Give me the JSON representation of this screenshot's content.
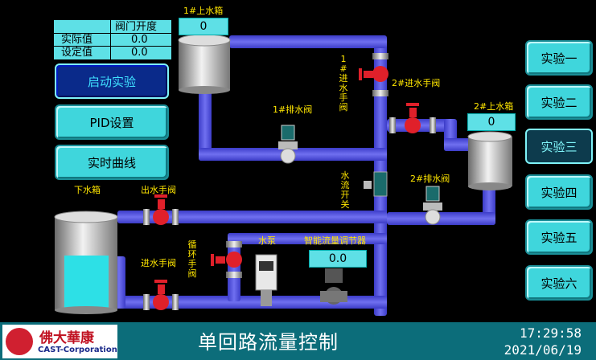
{
  "valve_table": {
    "header": "阀门开度",
    "actual_label": "实际值",
    "actual_value": "0.0",
    "set_label": "设定值",
    "set_value": "0.0"
  },
  "buttons": {
    "start": "启动实验",
    "pid": "PID设置",
    "curve": "实时曲线"
  },
  "experiments": [
    "实验一",
    "实验二",
    "实验三",
    "实验四",
    "实验五",
    "实验六"
  ],
  "selected_experiment": "实验三",
  "tank1": {
    "label": "1#上水箱",
    "value": "0"
  },
  "tank2": {
    "label": "2#上水箱",
    "value": "0"
  },
  "lower_tank": {
    "label": "下水箱"
  },
  "labels": {
    "inlet_valve_1": "1#进水手阀",
    "inlet_valve_2": "2#进水手阀",
    "drain_valve_1": "1#排水阀",
    "drain_valve_2": "2#排水阀",
    "flow_switch": "水流开关",
    "outlet_valve": "出水手阀",
    "inlet_valve": "进水手阀",
    "circulation_valve": "循环手阀",
    "pump": "水泵",
    "flow_regulator": "智能流量调节器"
  },
  "flow_regulator_value": "0.0",
  "footer": {
    "brand_cn": "佛大華康",
    "brand_en": "CAST-Corporation",
    "title": "单回路流量控制",
    "time": "17:29:58",
    "date": "2021/06/19"
  },
  "colors": {
    "pipe": "#5a5ae8",
    "valve": "#e0202a",
    "panel": "#5ee0e6",
    "label": "#ffe600",
    "footer": "#0c6d7a"
  }
}
